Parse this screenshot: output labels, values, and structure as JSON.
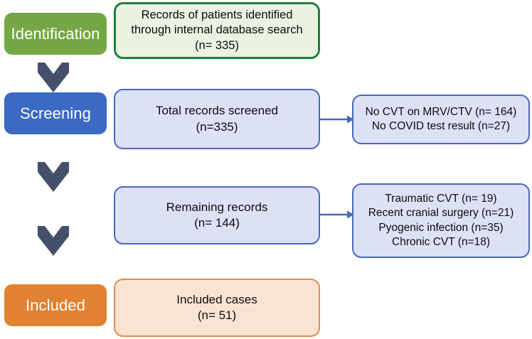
{
  "chart_data": {
    "type": "diagram",
    "title": "PRISMA-style patient selection flow diagram",
    "stages": [
      "Identification",
      "Screening",
      "Included"
    ],
    "nodes": [
      {
        "id": "identified",
        "n": 335,
        "label": "Records of patients identified through internal database search (n= 335)"
      },
      {
        "id": "screened",
        "n": 335,
        "label": "Total records screened (n=335)"
      },
      {
        "id": "remaining",
        "n": 144,
        "label": "Remaining records (n= 144)"
      },
      {
        "id": "included",
        "n": 51,
        "label": "Included cases (n= 51)"
      }
    ],
    "exclusions": [
      {
        "reason": "No CVT on MRV/CTV",
        "n": 164
      },
      {
        "reason": "No COVID test result",
        "n": 27
      },
      {
        "reason": "Traumatic CVT",
        "n": 19
      },
      {
        "reason": "Recent cranial surgery",
        "n": 21
      },
      {
        "reason": "Pyogenic infection",
        "n": 35
      },
      {
        "reason": "Chronic CVT",
        "n": 18
      }
    ]
  },
  "stages": {
    "identification": "Identification",
    "screening": "Screening",
    "included": "Included"
  },
  "nodes": {
    "identified": {
      "line1": "Records of patients identified",
      "line2": "through internal database search",
      "line3": "(n= 335)"
    },
    "screened": {
      "line1": "Total records screened",
      "line2": "(n=335)"
    },
    "remaining": {
      "line1": "Remaining records",
      "line2": "(n= 144)"
    },
    "included": {
      "line1": "Included cases",
      "line2": "(n= 51)"
    },
    "excluded_screening": {
      "line1": "No CVT on MRV/CTV (n= 164)",
      "line2": "No COVID test result (n=27)"
    },
    "excluded_remaining": {
      "line1": "Traumatic CVT (n= 19)",
      "line2": "Recent cranial surgery (n=21)",
      "line3": "Pyogenic infection (n=35)",
      "line4": "Chronic CVT (n=18)"
    }
  },
  "colors": {
    "identification_pill": "#76A746",
    "screening_pill": "#3B69C4",
    "included_pill": "#E08231",
    "green_box_fill": "#EAF2E2",
    "green_box_border": "#1E8139",
    "blue_box_fill": "#DCE1F6",
    "blue_box_border": "#4B68BD",
    "orange_box_fill": "#FBE3D2",
    "orange_box_border": "#DE8C4C",
    "chevron": "#44506B",
    "connector_arrow": "#4B68BD"
  }
}
